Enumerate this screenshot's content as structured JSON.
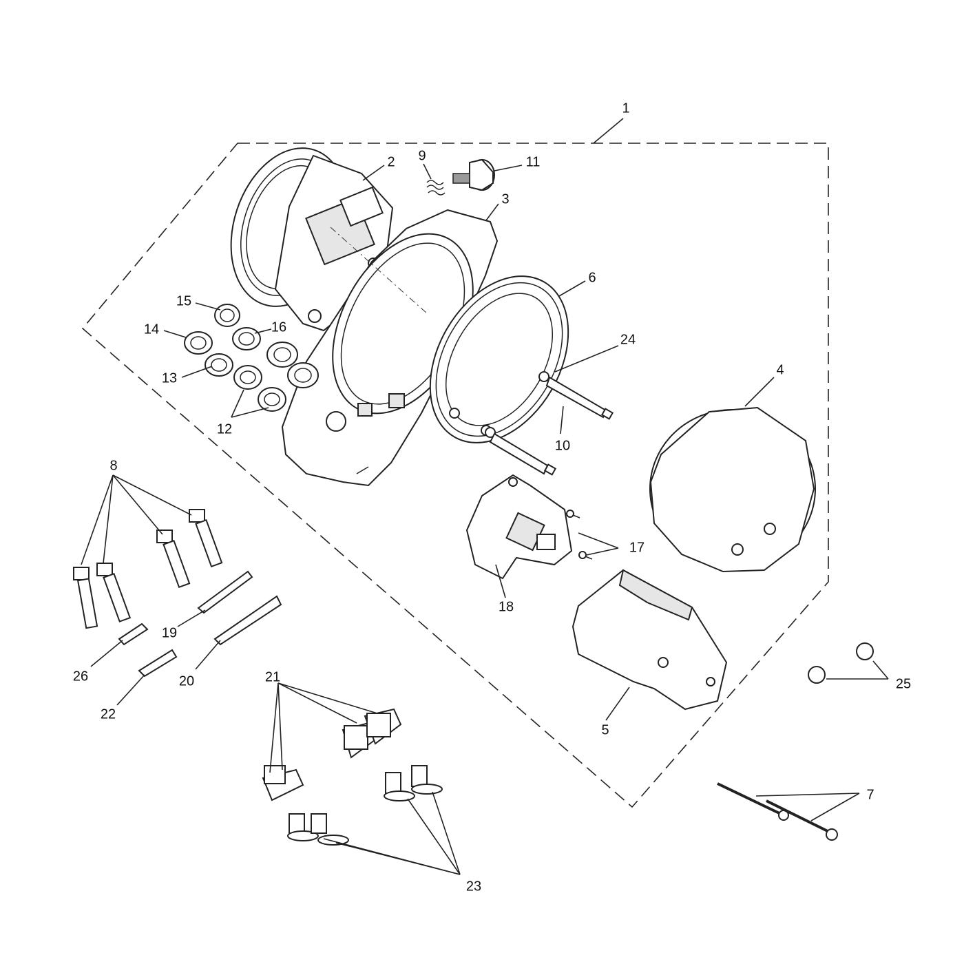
{
  "callouts": {
    "c1": "1",
    "c2": "2",
    "c3": "3",
    "c4": "4",
    "c5": "5",
    "c6": "6",
    "c7": "7",
    "c8": "8",
    "c9": "9",
    "c10": "10",
    "c11": "11",
    "c12": "12",
    "c13": "13",
    "c14": "14",
    "c15": "15",
    "c16": "16",
    "c17": "17",
    "c18": "18",
    "c19": "19",
    "c20": "20",
    "c21": "21",
    "c22": "22",
    "c23": "23",
    "c24": "24",
    "c25": "25",
    "c26": "26"
  },
  "colors": {
    "line": "#222222",
    "background": "#ffffff",
    "shade": "#e6e6e6"
  }
}
